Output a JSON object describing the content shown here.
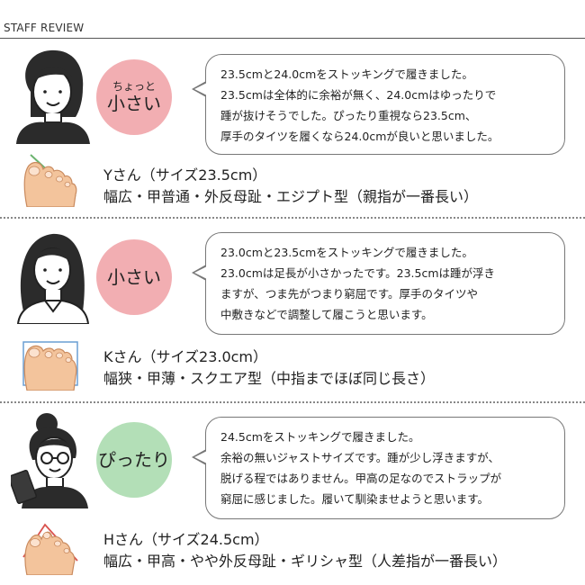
{
  "header": {
    "title": "STAFF REVIEW"
  },
  "reviews": [
    {
      "badge_small": "ちょっと",
      "badge_big": "小さい",
      "badge_color": "#f2aeb2",
      "comment": [
        "23.5cmと24.0cmをストッキングで履きました。",
        "23.5cmは全体的に余裕が無く、24.0cmはゆったりで",
        "踵が抜けそうでした。ぴったり重視なら23.5cm、",
        "厚手のタイツを履くなら24.0cmが良いと思いました。"
      ],
      "name": "Yさん（サイズ23.5cm）",
      "foot_type": "幅広・甲普通・外反母趾・エジプト型（親指が一番長い）"
    },
    {
      "badge_small": "",
      "badge_big": "小さい",
      "badge_color": "#f2aeb2",
      "comment": [
        "23.0cmと23.5cmをストッキングで履きました。",
        "23.0cmは足長が小さかったです。23.5cmは踵が浮き",
        "ますが、つま先がつまり窮屈です。厚手のタイツや",
        "中敷きなどで調整して履こうと思います。"
      ],
      "name": "Kさん（サイズ23.0cm）",
      "foot_type": "幅狭・甲薄・スクエア型（中指までほぼ同じ長さ）"
    },
    {
      "badge_small": "",
      "badge_big": "ぴったり",
      "badge_color": "#b3dfb7",
      "comment": [
        "24.5cmをストッキングで履きました。",
        "余裕の無いジャストサイズです。踵が少し浮きますが、",
        "脱げる程ではありません。甲高の足なのでストラップが",
        "窮屈に感じました。履いて馴染ませようと思います。"
      ],
      "name": "Hさん（サイズ24.5cm）",
      "foot_type": "幅広・甲高・やや外反母趾・ギリシャ型（人差指が一番長い）"
    }
  ]
}
